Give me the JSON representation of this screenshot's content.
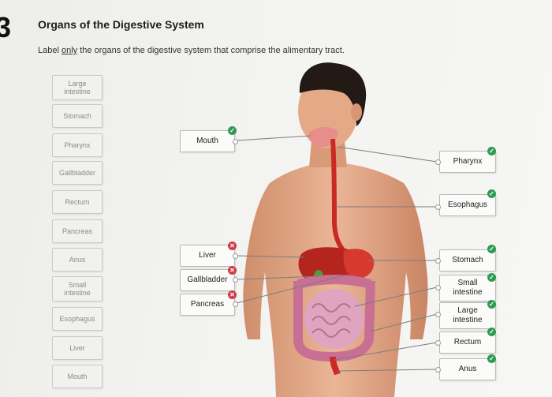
{
  "question": {
    "number": "3",
    "title": "Organs of the Digestive System",
    "instruction_pre": "Label ",
    "instruction_emph": "only",
    "instruction_post": " the organs of the digestive system that comprise the alimentary tract."
  },
  "word_bank": [
    {
      "id": "large-intestine",
      "label": "Large\nintestine"
    },
    {
      "id": "stomach",
      "label": "Stomach"
    },
    {
      "id": "pharynx",
      "label": "Pharynx"
    },
    {
      "id": "gallbladder",
      "label": "Gallbladder"
    },
    {
      "id": "rectum",
      "label": "Rectum"
    },
    {
      "id": "pancreas",
      "label": "Pancreas"
    },
    {
      "id": "anus",
      "label": "Anus"
    },
    {
      "id": "small-intestine",
      "label": "Small\nintestine"
    },
    {
      "id": "esophagus",
      "label": "Esophagus"
    },
    {
      "id": "liver",
      "label": "Liver"
    },
    {
      "id": "mouth",
      "label": "Mouth"
    }
  ],
  "left_targets": [
    {
      "id": "mouth",
      "label": "Mouth",
      "status": "correct"
    },
    {
      "id": "liver",
      "label": "Liver",
      "status": "incorrect"
    },
    {
      "id": "gallbladder",
      "label": "Gallbladder",
      "status": "incorrect"
    },
    {
      "id": "pancreas",
      "label": "Pancreas",
      "status": "incorrect"
    }
  ],
  "right_targets": [
    {
      "id": "pharynx",
      "label": "Pharynx",
      "status": "correct"
    },
    {
      "id": "esophagus",
      "label": "Esophagus",
      "status": "correct"
    },
    {
      "id": "stomach",
      "label": "Stomach",
      "status": "correct"
    },
    {
      "id": "small-intestine",
      "label": "Small\nintestine",
      "status": "correct"
    },
    {
      "id": "large-intestine",
      "label": "Large\nintestine",
      "status": "correct"
    },
    {
      "id": "rectum",
      "label": "Rectum",
      "status": "correct"
    },
    {
      "id": "anus",
      "label": "Anus",
      "status": "correct"
    }
  ],
  "colors": {
    "correct": "#2e9b54",
    "incorrect": "#cf3a47",
    "skin": "#e2a887",
    "hair": "#231a16",
    "organ_red": "#c92a23",
    "intestine_pink": "#dfa4c0"
  },
  "icons": {
    "correct": "check-circle-icon",
    "incorrect": "x-circle-icon"
  }
}
